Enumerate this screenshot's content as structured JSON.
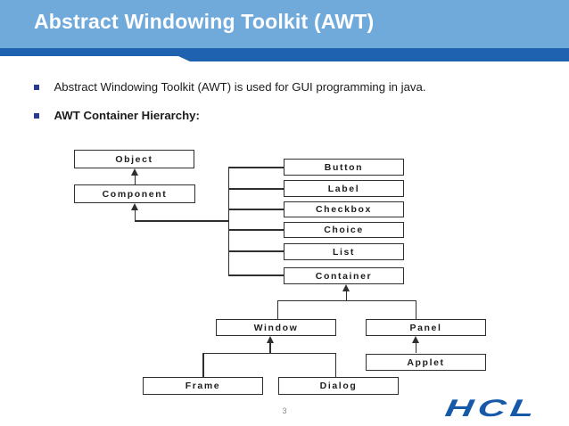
{
  "slide": {
    "title": "Abstract Windowing Toolkit (AWT)",
    "bullets": [
      {
        "text": "Abstract Windowing Toolkit (AWT) is used for GUI programming in java."
      },
      {
        "text": "AWT Container Hierarchy:"
      }
    ],
    "page_number": "3",
    "logo": "HCL"
  },
  "colors": {
    "header_bg": "#70AADB",
    "accent_bar": "#1E62B0",
    "title_text": "#FFFFFF",
    "bullet_marker": "#2B3A8F",
    "body_text": "#1B1B1B",
    "diagram_line": "#2F2F2F",
    "logo_blue": "#1659A9",
    "page_number_gray": "#8A8A8A"
  },
  "diagram": {
    "nodes": [
      {
        "label": "Object"
      },
      {
        "label": "Component"
      },
      {
        "label": "Button"
      },
      {
        "label": "Label"
      },
      {
        "label": "Checkbox"
      },
      {
        "label": "Choice"
      },
      {
        "label": "List"
      },
      {
        "label": "Container"
      },
      {
        "label": "Window"
      },
      {
        "label": "Panel"
      },
      {
        "label": "Applet"
      },
      {
        "label": "Frame"
      },
      {
        "label": "Dialog"
      }
    ],
    "edges": [
      {
        "from": "Component",
        "to": "Object"
      },
      {
        "from": "Button",
        "to": "Component"
      },
      {
        "from": "Label",
        "to": "Component"
      },
      {
        "from": "Checkbox",
        "to": "Component"
      },
      {
        "from": "Choice",
        "to": "Component"
      },
      {
        "from": "List",
        "to": "Component"
      },
      {
        "from": "Container",
        "to": "Component"
      },
      {
        "from": "Window",
        "to": "Container"
      },
      {
        "from": "Panel",
        "to": "Container"
      },
      {
        "from": "Frame",
        "to": "Window"
      },
      {
        "from": "Dialog",
        "to": "Window"
      },
      {
        "from": "Applet",
        "to": "Panel"
      }
    ]
  }
}
